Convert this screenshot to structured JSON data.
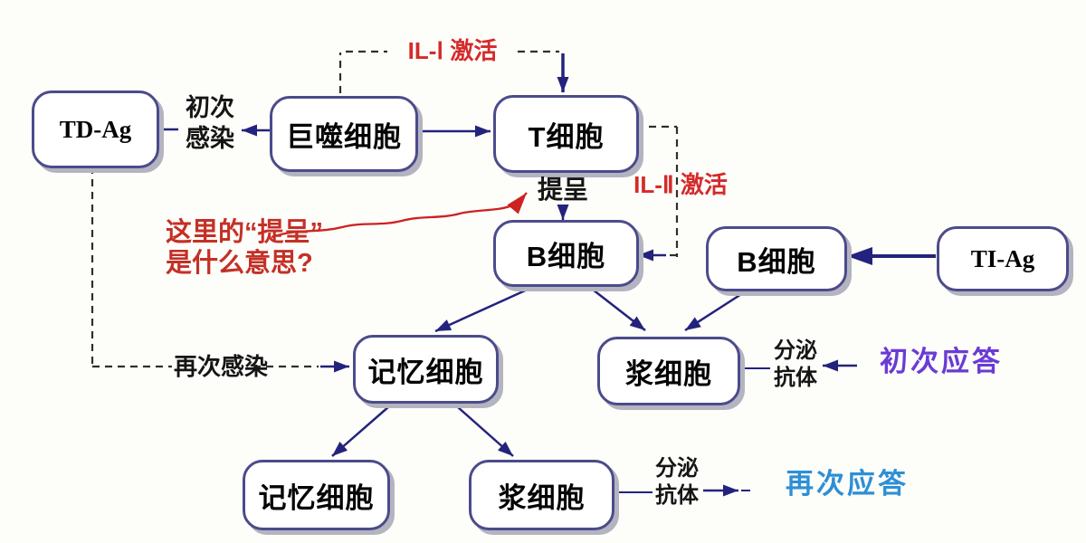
{
  "diagram": {
    "nodes": {
      "tdag": {
        "label": "TD-Ag"
      },
      "macrophage": {
        "label": "巨噬细胞"
      },
      "tcell": {
        "label": "T细胞"
      },
      "bcell1": {
        "label": "B细胞"
      },
      "bcell2": {
        "label": "B细胞"
      },
      "tiag": {
        "label": "TI-Ag"
      },
      "memory1": {
        "label": "记忆细胞"
      },
      "plasma1": {
        "label": "浆细胞"
      },
      "memory2": {
        "label": "记忆细胞"
      },
      "plasma2": {
        "label": "浆细胞"
      }
    },
    "edge_labels": {
      "primary_infection": "初次\n感染",
      "secondary_infection": "再次感染",
      "presentation": "提呈",
      "il1_activation": "IL-Ⅰ 激活",
      "il2_activation": "IL-Ⅱ 激活",
      "secrete_antibody_1": "分泌\n抗体",
      "secrete_antibody_2": "分泌\n抗体",
      "primary_response": "初次应答",
      "secondary_response": "再次应答"
    },
    "annotation": {
      "question": "这里的“提呈”\n是什么意思?"
    },
    "colors": {
      "box_border": "#4b4b8b",
      "connector_navy": "#23237d",
      "dashed_line": "#2f2f2f",
      "il_label_red": "#d42a2a",
      "annotation_red": "#c43026",
      "primary_response_purple": "#6a3bd4",
      "secondary_response_blue": "#2d8fd5",
      "box_shadow_gray": "#b4b4c0"
    }
  }
}
